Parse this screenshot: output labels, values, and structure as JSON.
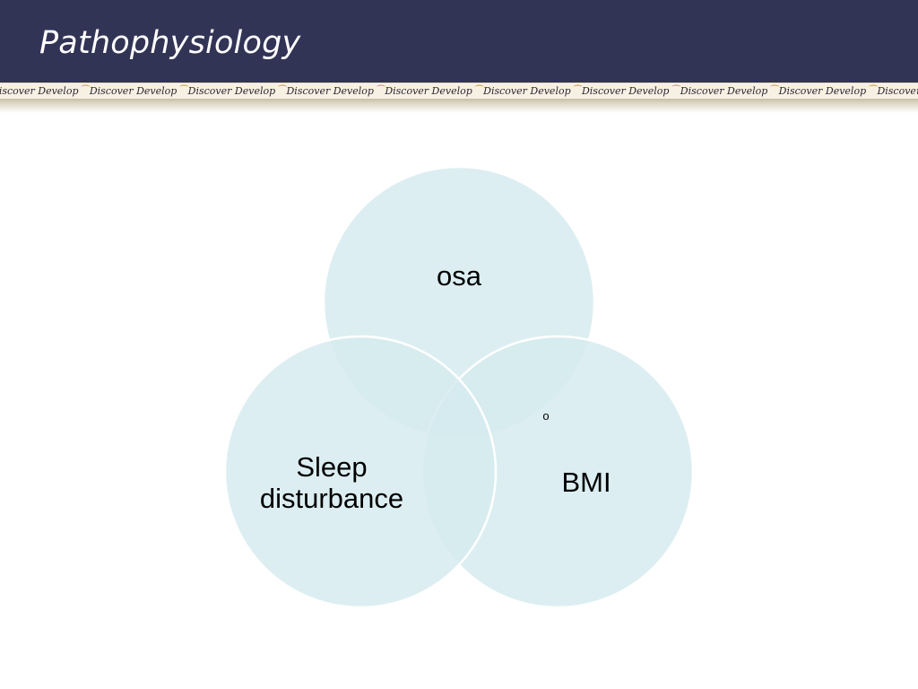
{
  "slide": {
    "title": "Pathophysiology",
    "ribbon_text": "Discover Develop ",
    "ribbon_repeat_count": 11
  },
  "diagram": {
    "type": "venn",
    "circles": [
      {
        "id": "top",
        "label_lines": [
          "osa"
        ]
      },
      {
        "id": "left",
        "label_lines": [
          "Sleep",
          "disturbance"
        ]
      },
      {
        "id": "right",
        "label_lines": [
          "BMI"
        ]
      }
    ],
    "marker_text": "o"
  },
  "colors": {
    "title_bar": "#323456",
    "circle_fill": "#d6ebee",
    "circle_stroke": "#ffffff",
    "text": "#000000",
    "ribbon_swirl": "#c89a3a"
  }
}
